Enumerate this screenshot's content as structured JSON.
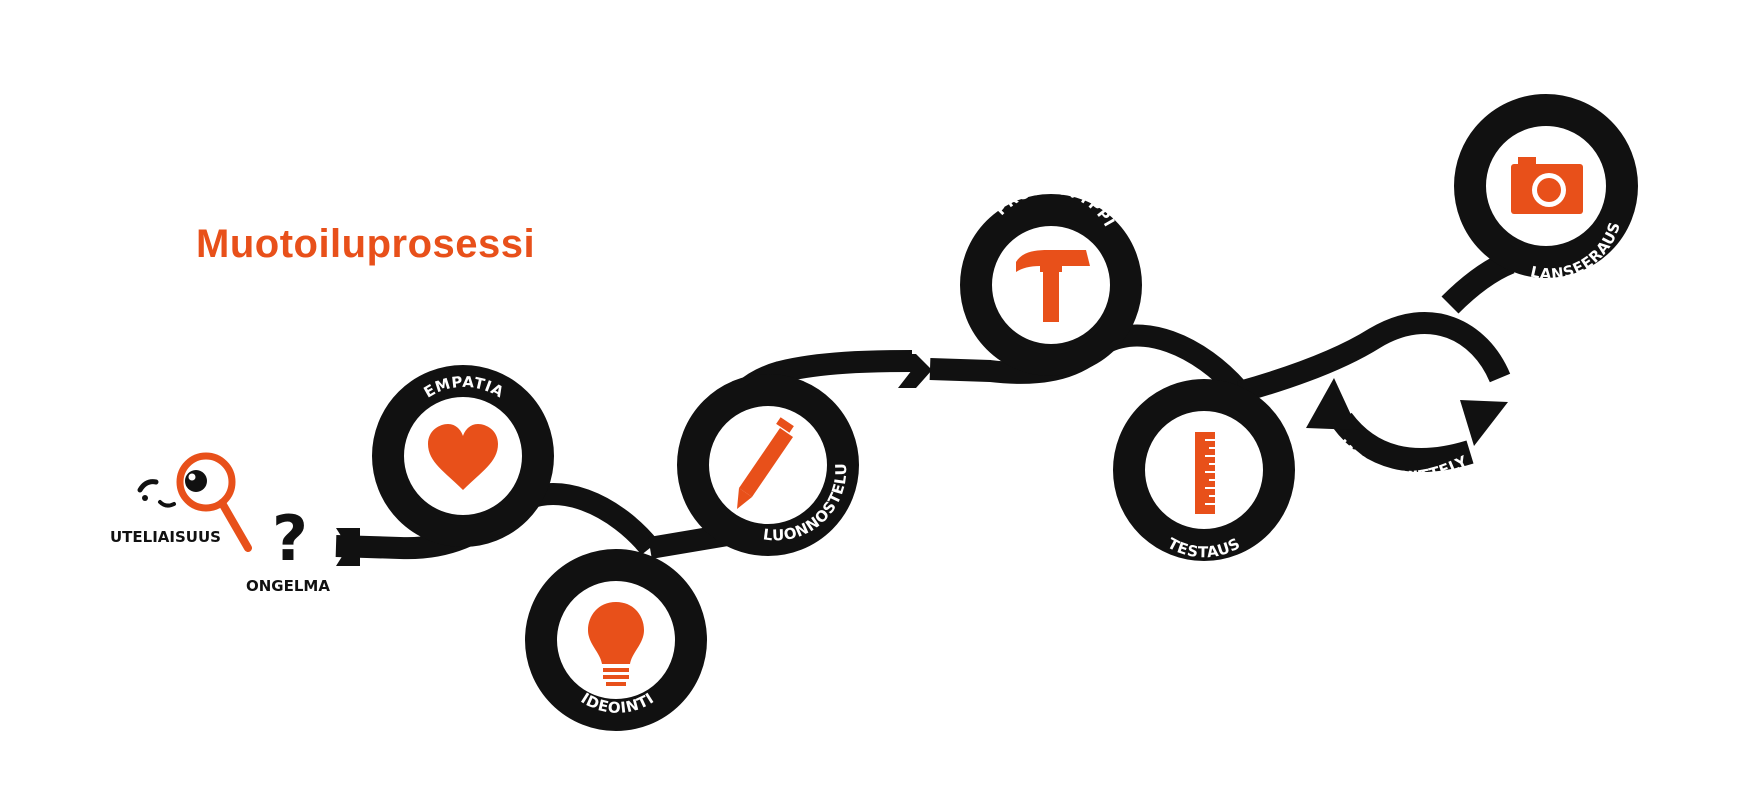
{
  "title": "Muotoiluprosessi",
  "colors": {
    "accent": "#e8501a",
    "path": "#111111",
    "background": "#ffffff"
  },
  "labels": {
    "curiosity": "UTELIAISUUS",
    "problem": "ONGELMA",
    "question_mark": "?"
  },
  "stages": [
    {
      "id": "empatia",
      "label": "EMPATIA",
      "icon": "heart-icon"
    },
    {
      "id": "ideointi",
      "label": "IDEOINTI",
      "icon": "lightbulb-icon"
    },
    {
      "id": "luonnostelu",
      "label": "LUONNOSTELU",
      "icon": "pencil-icon"
    },
    {
      "id": "prototyyppi",
      "label": "PROTOTYYPPI",
      "icon": "hammer-icon"
    },
    {
      "id": "testaus",
      "label": "TESTAUS",
      "icon": "ruler-icon"
    },
    {
      "id": "jatkokehittely",
      "label": "JATKOKEHITTELY",
      "icon": "cycle-arrows-icon"
    },
    {
      "id": "lanseeraus",
      "label": "LANSEERAUS",
      "icon": "camera-icon"
    }
  ]
}
